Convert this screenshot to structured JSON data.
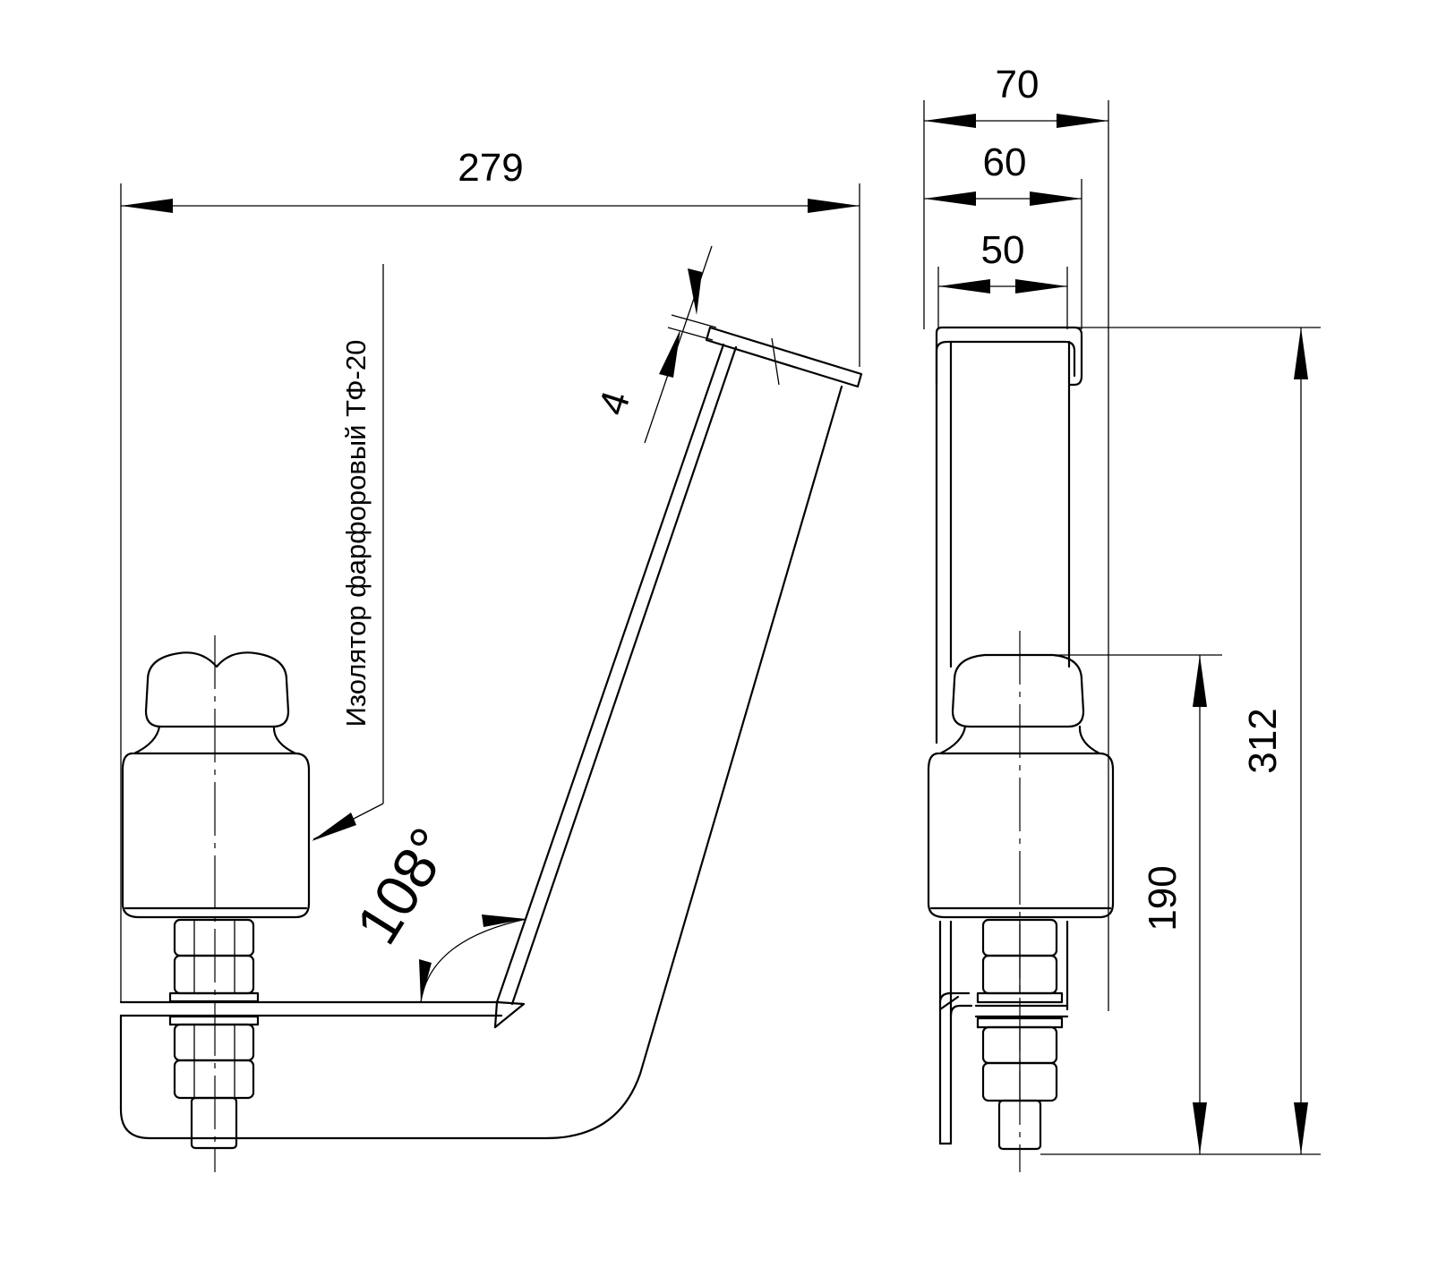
{
  "side_view": {
    "overall_width": "279",
    "plate_thickness": "4",
    "bend_angle": "108°",
    "insulator_label": "Изолятор фарфоровый ТФ-20"
  },
  "front_view": {
    "width_outer": "70",
    "width_middle": "60",
    "width_inner": "50",
    "overall_height": "312",
    "insulator_height": "190"
  }
}
